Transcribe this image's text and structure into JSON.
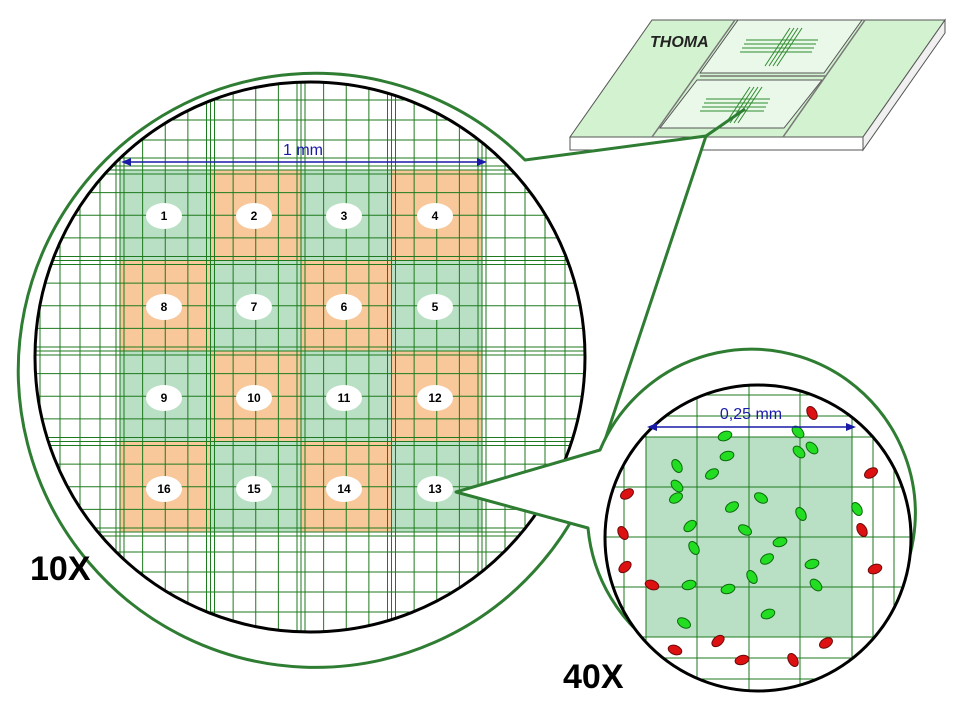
{
  "slide": {
    "brand_label": "THOMA",
    "scale_10x_label": "1 mm",
    "scale_40x_label": "0,25 mm",
    "magnification_10x": "10X",
    "magnification_40x": "40X"
  },
  "squares": [
    "1",
    "2",
    "3",
    "4",
    "8",
    "7",
    "6",
    "5",
    "9",
    "10",
    "11",
    "12",
    "16",
    "15",
    "14",
    "13"
  ],
  "colors": {
    "frame_green": "#2e7d32",
    "grid_line": "#1e7a1e",
    "square_green": "#b9e0c4",
    "square_orange": "#f8c89b",
    "slide_green": "#d3f2cf",
    "scale_arrow": "#1a1aa8",
    "cell_green": "#22dd22",
    "cell_red": "#dd1111"
  }
}
